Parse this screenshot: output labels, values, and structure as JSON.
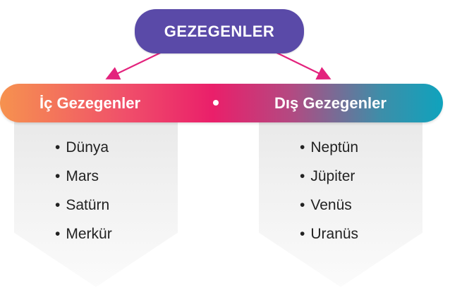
{
  "root": {
    "label": "GEZEGENLER"
  },
  "groups": [
    {
      "title": "İç Gezegenler",
      "items": [
        "Dünya",
        "Mars",
        "Satürn",
        "Merkür"
      ]
    },
    {
      "title": "Dış Gezegenler",
      "items": [
        "Neptün",
        "Jüpiter",
        "Venüs",
        "Uranüs"
      ]
    }
  ],
  "colors": {
    "root_fill": "#5a4aa8",
    "arrow": "#e3237d",
    "band_start": "#f6924f",
    "band_mid": "#ea1f6a",
    "band_end": "#0fa3bd",
    "card_fill": "#ececec",
    "text": "#222222"
  }
}
